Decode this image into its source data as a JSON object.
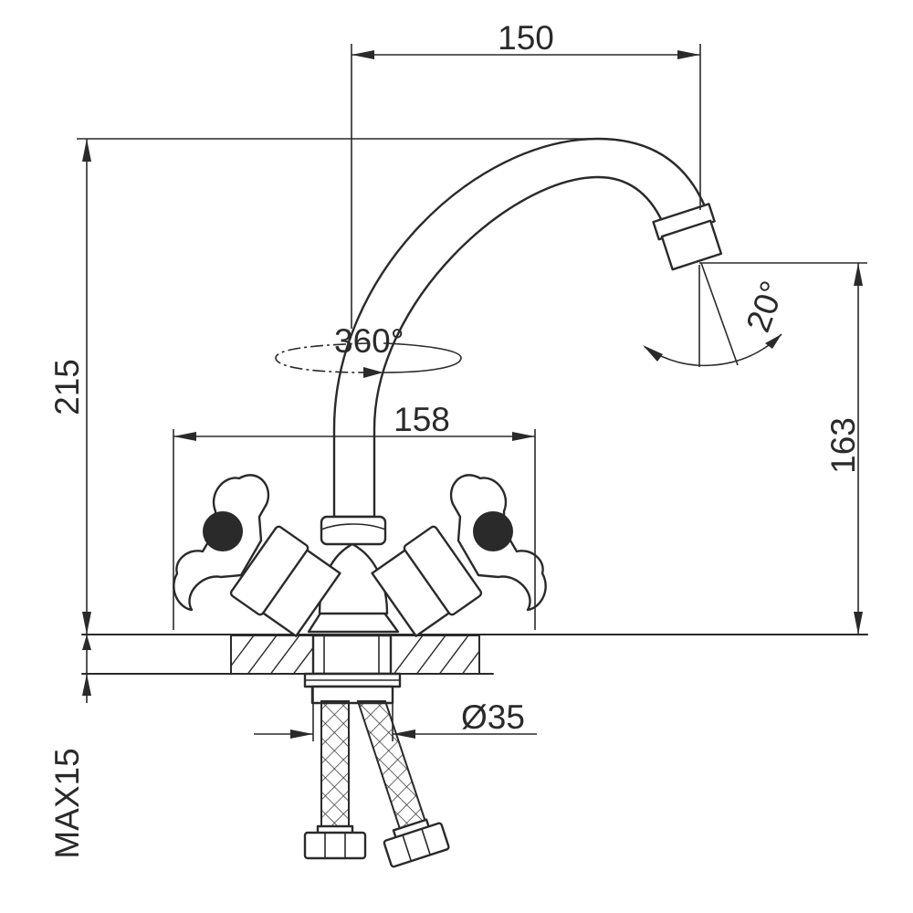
{
  "dimensions": {
    "spout_reach": "150",
    "total_height": "215",
    "rotation": "360°",
    "handle_width": "158",
    "spout_height": "163",
    "spout_angle": "20°",
    "hole_diameter": "Ø35",
    "max_thickness": "MAX15"
  },
  "colors": {
    "line": "#2a2a2a",
    "handle_dot": "#2a2a2a",
    "background": "#ffffff"
  }
}
